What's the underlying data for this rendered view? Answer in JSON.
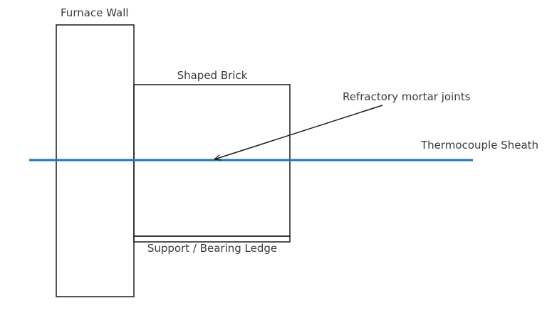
{
  "labels": {
    "furnace_wall": "Furnace Wall",
    "shaped_brick": "Shaped Brick",
    "mortar_joints": "Refractory mortar joints",
    "thermocouple": "Thermocouple Sheath",
    "ledge": "Support / Bearing Ledge"
  },
  "colors": {
    "outline": "#1a1a1a",
    "thermocouple": "#1f77b4",
    "text": "#3a3a3a"
  }
}
